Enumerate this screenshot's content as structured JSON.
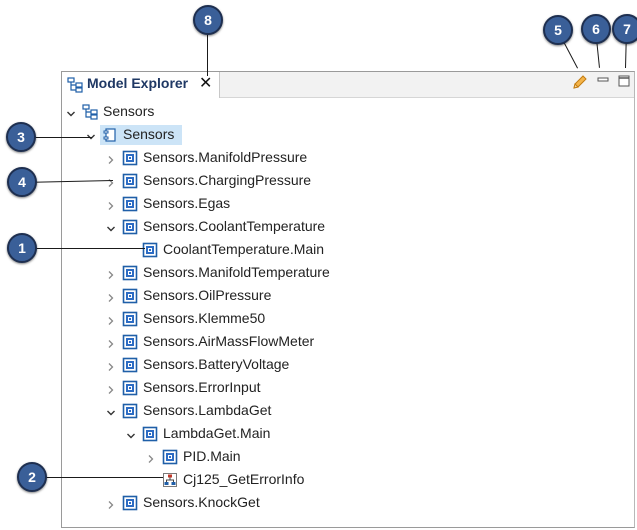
{
  "panel": {
    "tab_title": "Model Explorer",
    "close_glyph": "✕"
  },
  "tree": [
    {
      "label": "Sensors",
      "icon": "package-tree-icon",
      "expanded": true,
      "level": 0
    },
    {
      "label": "Sensors",
      "icon": "component-icon",
      "expanded": true,
      "level": 1,
      "selected": true
    },
    {
      "label": "Sensors.ManifoldPressure",
      "icon": "module-icon",
      "expanded": false,
      "level": 2
    },
    {
      "label": "Sensors.ChargingPressure",
      "icon": "module-icon",
      "expanded": false,
      "level": 2
    },
    {
      "label": "Sensors.Egas",
      "icon": "module-icon",
      "expanded": false,
      "level": 2
    },
    {
      "label": "Sensors.CoolantTemperature",
      "icon": "module-icon",
      "expanded": true,
      "level": 2
    },
    {
      "label": "CoolantTemperature.Main",
      "icon": "module-icon",
      "expanded": null,
      "level": 3
    },
    {
      "label": "Sensors.ManifoldTemperature",
      "icon": "module-icon",
      "expanded": false,
      "level": 2
    },
    {
      "label": "Sensors.OilPressure",
      "icon": "module-icon",
      "expanded": false,
      "level": 2
    },
    {
      "label": "Sensors.Klemme50",
      "icon": "module-icon",
      "expanded": false,
      "level": 2
    },
    {
      "label": "Sensors.AirMassFlowMeter",
      "icon": "module-icon",
      "expanded": false,
      "level": 2
    },
    {
      "label": "Sensors.BatteryVoltage",
      "icon": "module-icon",
      "expanded": false,
      "level": 2
    },
    {
      "label": "Sensors.ErrorInput",
      "icon": "module-icon",
      "expanded": false,
      "level": 2
    },
    {
      "label": "Sensors.LambdaGet",
      "icon": "module-icon",
      "expanded": true,
      "level": 2
    },
    {
      "label": "LambdaGet.Main",
      "icon": "module-icon",
      "expanded": true,
      "level": 3
    },
    {
      "label": "PID.Main",
      "icon": "module-icon",
      "expanded": false,
      "level": 4
    },
    {
      "label": "Cj125_GetErrorInfo",
      "icon": "function-block-icon",
      "expanded": null,
      "level": 4
    },
    {
      "label": "Sensors.KnockGet",
      "icon": "module-icon",
      "expanded": false,
      "level": 2
    }
  ],
  "callouts": [
    {
      "number": "1"
    },
    {
      "number": "2"
    },
    {
      "number": "3"
    },
    {
      "number": "4"
    },
    {
      "number": "5"
    },
    {
      "number": "6"
    },
    {
      "number": "7"
    },
    {
      "number": "8"
    }
  ],
  "colors": {
    "badge_fill": "#3a5f98",
    "selection": "#cce4f7",
    "title_text": "#1f3864",
    "module_icon_border": "#1f5fa8"
  }
}
